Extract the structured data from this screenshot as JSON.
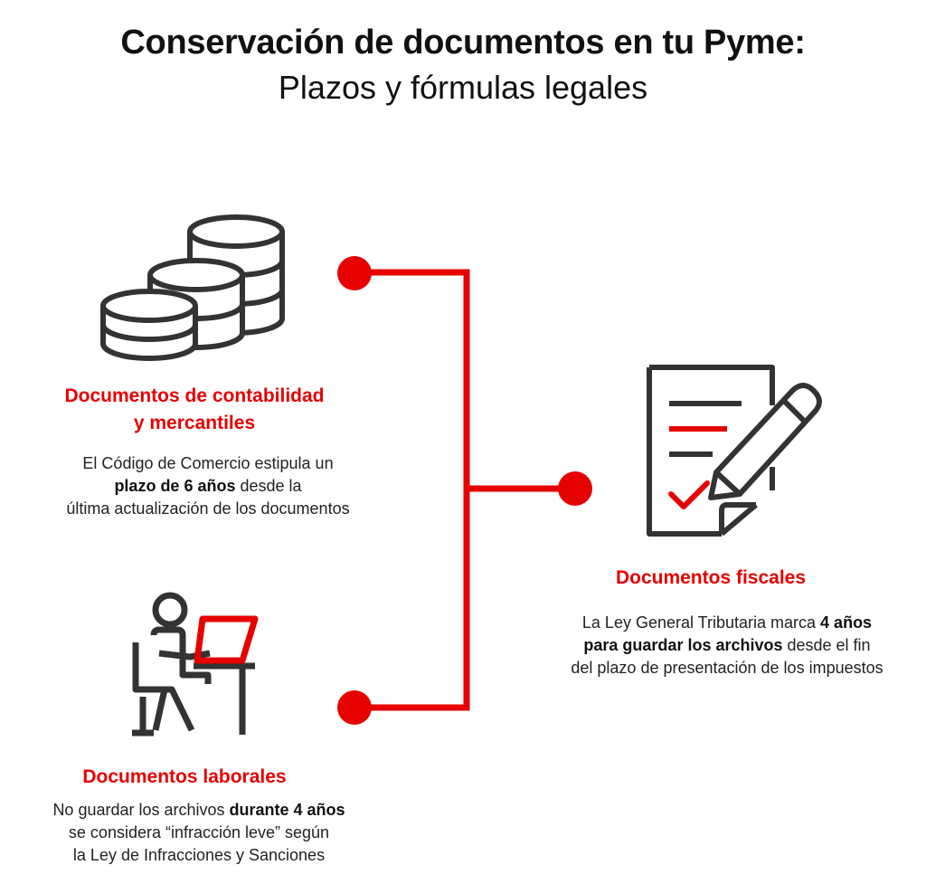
{
  "title": "Conservación de documentos en tu Pyme:",
  "subtitle": "Plazos y fórmulas legales",
  "colors": {
    "accent": "#e60000",
    "icon_stroke": "#333333",
    "text": "#222222"
  },
  "sections": {
    "contabilidad": {
      "icon": "database-stack-icon",
      "heading_line1": "Documentos de contabilidad",
      "heading_line2": "y mercantiles",
      "body_line1": "El Código de Comercio estipula un",
      "body_line2_bold": "plazo de 6 años",
      "body_line2_rest": " desde la",
      "body_line3": "última actualización de los documentos"
    },
    "laborales": {
      "icon": "person-at-desk-icon",
      "heading": "Documentos laborales",
      "body_line1_pre": "No guardar los archivos ",
      "body_line1_bold": "durante 4 años",
      "body_line2": "se considera “infracción leve” según",
      "body_line3": "la Ley de Infracciones y Sanciones"
    },
    "fiscales": {
      "icon": "signed-document-icon",
      "heading": "Documentos fiscales",
      "body_line1_pre": "La Ley General Tributaria marca ",
      "body_line1_bold": "4 años",
      "body_line2_bold": "para guardar los archivos",
      "body_line2_rest": " desde el fin",
      "body_line3": "del plazo de presentación de los impuestos"
    }
  }
}
